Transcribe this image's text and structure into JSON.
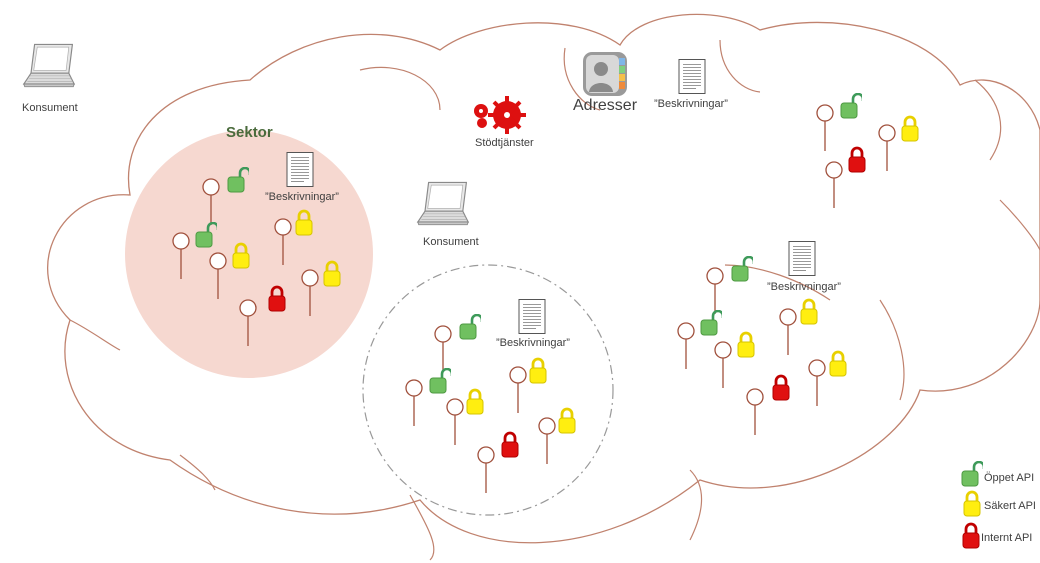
{
  "labels": {
    "konsument_top": "Konsument",
    "konsument_mid": "Konsument",
    "sektor": "Sektor",
    "stodtjanster": "Stödtjänster",
    "adresser": "Adresser",
    "beskrivningar": "”Beskrivningar”"
  },
  "legend": {
    "open": "Öppet API",
    "secure": "Säkert API",
    "internal": "Internt API"
  },
  "colors": {
    "cloud_stroke": "#c0826e",
    "sektor_fill": "#f6d8d0",
    "pin_stroke": "#a0503c",
    "open_lock": "#70c060",
    "secure_lock": "#ffee10",
    "internal_lock": "#e01010",
    "gear": "#dd1010"
  }
}
